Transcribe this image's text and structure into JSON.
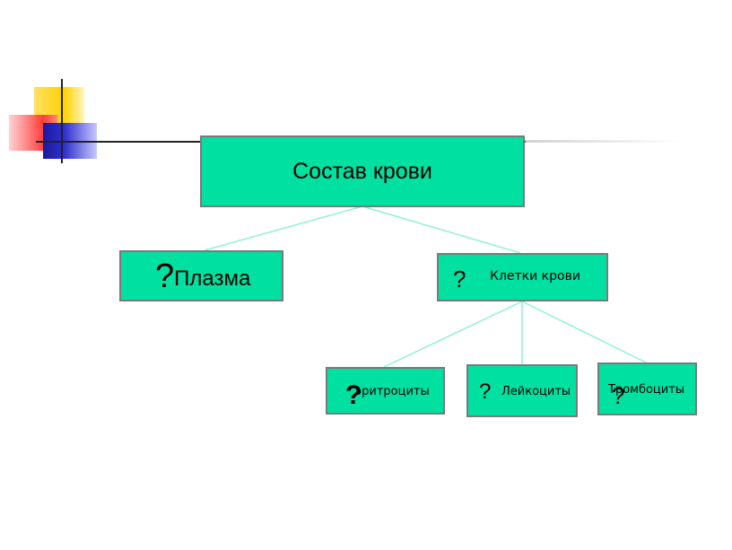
{
  "root": {
    "label": "Состав крови"
  },
  "plasma": {
    "q": "?",
    "label": "Плазма"
  },
  "cells": {
    "q": "?",
    "label": "Клетки крови"
  },
  "erythrocytes": {
    "q": "?",
    "label": "эритроциты"
  },
  "leukocytes": {
    "q": "?",
    "label": "Лейкоциты"
  },
  "platelets": {
    "q": "?",
    "label": "Тромбоциты"
  },
  "colors": {
    "box_fill": "#00e0a0",
    "connector": "#90f0d8"
  }
}
